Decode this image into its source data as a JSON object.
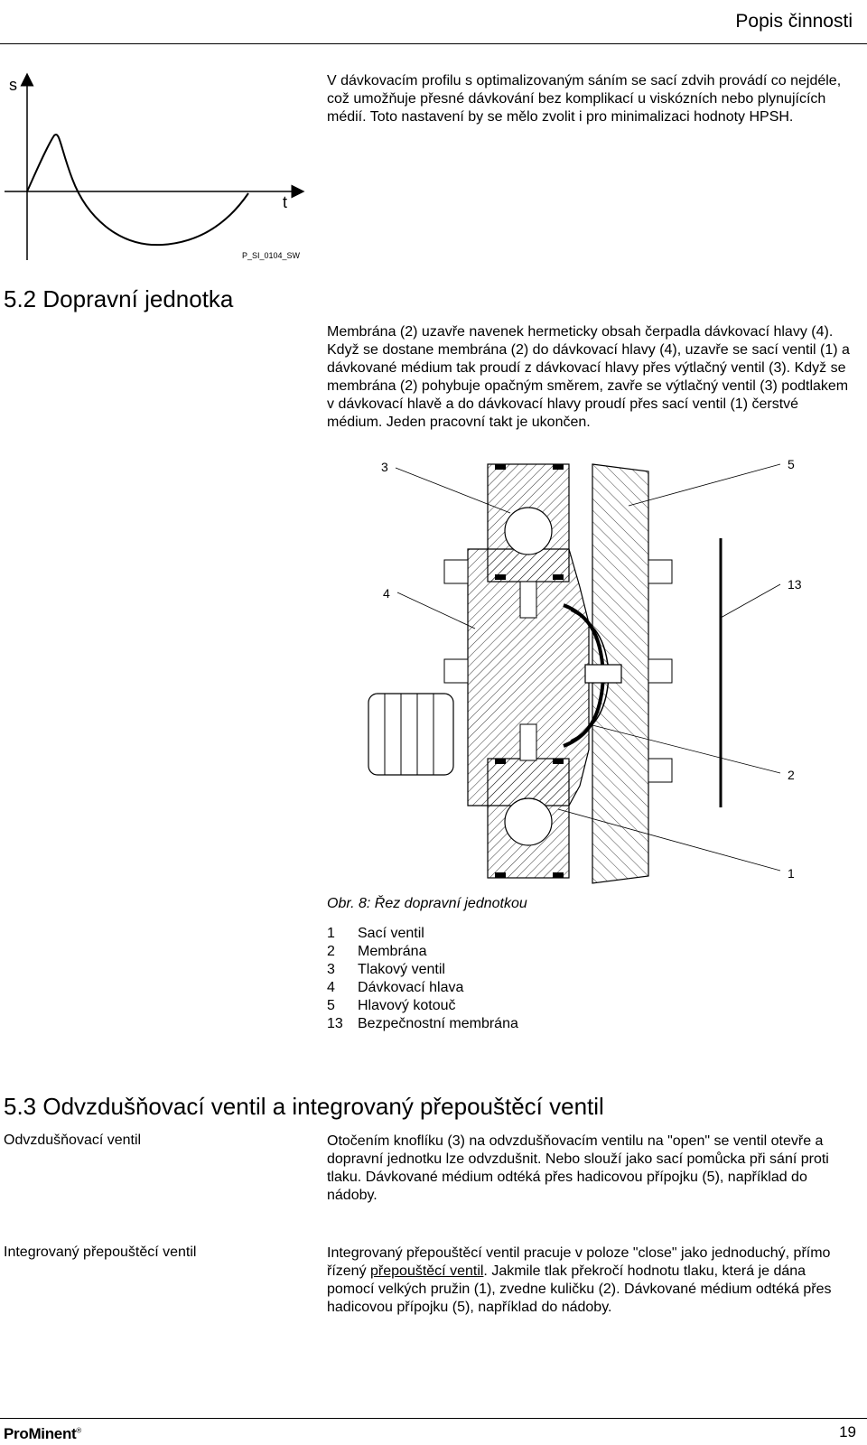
{
  "header": {
    "title": "Popis činnosti"
  },
  "stroke_graph": {
    "y_label": "s",
    "x_label": "t",
    "figure_code": "P_SI_0104_SW"
  },
  "intro_paragraph": "V dávkovacím profilu s optimalizovaným sáním se sací zdvih provádí co nejdéle, což umožňuje přesné dávkování bez komplikací u viskózních nebo plynujících médií. Toto nastavení by se mělo zvolit i pro minimalizaci hodnoty HPSH.",
  "section_5_2": {
    "heading": "5.2 Dopravní jednotka",
    "paragraph": "Membrána (2) uzavře navenek hermeticky obsah čerpadla dávkovací hlavy (4). Když se dostane membrána (2) do dávkovací hlavy (4), uzavře se sací ventil (1) a dávkované médium tak proudí z dávkovací hlavy přes výtlačný ventil (3). Když se membrána (2) pohybuje opačným směrem, zavře se výtlačný ventil (3) podtlakem v dávkovací hlavě a do dávkovací hlavy proudí přes sací ventil (1) čerstvé médium. Jeden pracovní takt je ukončen."
  },
  "figure": {
    "callouts": [
      "3",
      "5",
      "4",
      "13",
      "2",
      "1"
    ],
    "caption": "Obr. 8: Řez dopravní jednotkou",
    "legend": [
      {
        "num": "1",
        "label": "Sací ventil"
      },
      {
        "num": "2",
        "label": "Membrána"
      },
      {
        "num": "3",
        "label": "Tlakový ventil"
      },
      {
        "num": "4",
        "label": "Dávkovací hlava"
      },
      {
        "num": "5",
        "label": "Hlavový kotouč"
      },
      {
        "num": "13",
        "label": "Bezpečnostní membrána"
      }
    ]
  },
  "section_5_3": {
    "heading": "5.3 Odvzdušňovací ventil a integrovaný přepouštěcí ventil",
    "bleed_valve": {
      "title": "Odvzdušňovací ventil",
      "text": "Otočením knoflíku (3) na odvzdušňovacím ventilu na \"open\" se ventil otevře a dopravní jednotku lze odvzdušnit. Nebo slouží jako sací pomůcka při sání proti tlaku. Dávkované médium odtéká přes hadicovou přípojku (5), například do nádoby."
    },
    "relief_valve": {
      "title": "Integrovaný přepouštěcí ventil",
      "text_before": "Integrovaný přepouštěcí ventil pracuje v poloze \"close\" jako jednoduchý, přímo řízený ",
      "text_link": "přepouštěcí ventil",
      "text_after": ". Jakmile tlak překročí hodnotu tlaku, která je dána pomocí velkých pružin (1), zvedne kuličku (2). Dávkované médium odtéká přes hadicovou přípojku (5), například do nádoby."
    }
  },
  "footer": {
    "logo_main": "ProMinent",
    "logo_mark": "®",
    "page_number": "19"
  }
}
